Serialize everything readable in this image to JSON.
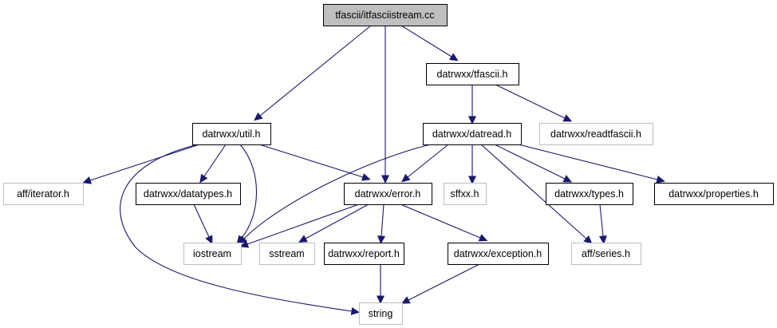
{
  "graph": {
    "type": "include-dependency-graph",
    "colors": {
      "edge": "#191970",
      "root_fill": "#bfbfbf",
      "documented_border": "#000000",
      "external_border": "#bfbfbf"
    },
    "nodes": [
      {
        "id": "root",
        "label": "tfascii/itfasciistream.cc",
        "kind": "root"
      },
      {
        "id": "tfascii",
        "label": "datrwxx/tfascii.h",
        "kind": "documented"
      },
      {
        "id": "util",
        "label": "datrwxx/util.h",
        "kind": "documented"
      },
      {
        "id": "datread",
        "label": "datrwxx/datread.h",
        "kind": "documented"
      },
      {
        "id": "readtfascii",
        "label": "datrwxx/readtfascii.h",
        "kind": "external"
      },
      {
        "id": "iterator",
        "label": "aff/iterator.h",
        "kind": "external"
      },
      {
        "id": "datatypes",
        "label": "datrwxx/datatypes.h",
        "kind": "documented"
      },
      {
        "id": "error",
        "label": "datrwxx/error.h",
        "kind": "documented"
      },
      {
        "id": "sffxx",
        "label": "sffxx.h",
        "kind": "external"
      },
      {
        "id": "types",
        "label": "datrwxx/types.h",
        "kind": "documented"
      },
      {
        "id": "properties",
        "label": "datrwxx/properties.h",
        "kind": "documented"
      },
      {
        "id": "iostream",
        "label": "iostream",
        "kind": "external"
      },
      {
        "id": "sstream",
        "label": "sstream",
        "kind": "external"
      },
      {
        "id": "report",
        "label": "datrwxx/report.h",
        "kind": "documented"
      },
      {
        "id": "exception",
        "label": "datrwxx/exception.h",
        "kind": "documented"
      },
      {
        "id": "series",
        "label": "aff/series.h",
        "kind": "external"
      },
      {
        "id": "string",
        "label": "string",
        "kind": "external"
      }
    ],
    "edges": [
      {
        "from": "root",
        "to": "util"
      },
      {
        "from": "root",
        "to": "error"
      },
      {
        "from": "root",
        "to": "tfascii"
      },
      {
        "from": "tfascii",
        "to": "datread"
      },
      {
        "from": "tfascii",
        "to": "readtfascii"
      },
      {
        "from": "util",
        "to": "iterator"
      },
      {
        "from": "util",
        "to": "datatypes"
      },
      {
        "from": "util",
        "to": "error"
      },
      {
        "from": "util",
        "to": "iostream"
      },
      {
        "from": "util",
        "to": "string"
      },
      {
        "from": "datread",
        "to": "iostream"
      },
      {
        "from": "datread",
        "to": "error"
      },
      {
        "from": "datread",
        "to": "sffxx"
      },
      {
        "from": "datread",
        "to": "series"
      },
      {
        "from": "datread",
        "to": "types"
      },
      {
        "from": "datread",
        "to": "properties"
      },
      {
        "from": "datatypes",
        "to": "iostream"
      },
      {
        "from": "error",
        "to": "iostream"
      },
      {
        "from": "error",
        "to": "sstream"
      },
      {
        "from": "error",
        "to": "report"
      },
      {
        "from": "error",
        "to": "exception"
      },
      {
        "from": "types",
        "to": "series"
      },
      {
        "from": "report",
        "to": "string"
      },
      {
        "from": "exception",
        "to": "string"
      }
    ]
  }
}
